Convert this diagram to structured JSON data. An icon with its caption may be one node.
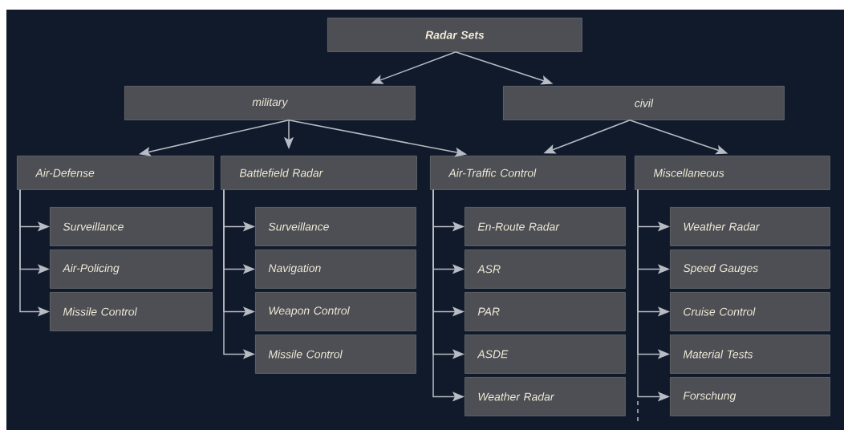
{
  "diagram": {
    "nodes": [
      {
        "text": [
          "Radar Sets"
        ]
      },
      {
        "text": [
          "military"
        ]
      },
      {
        "text": [
          "civil"
        ]
      },
      {
        "text": [
          "Air-Defense"
        ]
      },
      {
        "text": [
          "Surveillance"
        ]
      },
      {
        "text": [
          "Air-Policing"
        ]
      },
      {
        "text": [
          "Missile Control"
        ]
      },
      {
        "text": [
          "Battlefield Radar"
        ]
      },
      {
        "text": [
          "Surveillance"
        ]
      },
      {
        "text": [
          "Navigation"
        ]
      },
      {
        "text": [
          "Weapon Control"
        ]
      },
      {
        "text": [
          "Missile Control"
        ]
      },
      {
        "text": [
          "Air-Traffic Control"
        ]
      },
      {
        "text": [
          "En-Route Radar"
        ]
      },
      {
        "text": [
          "ASR"
        ]
      },
      {
        "text": [
          "PAR"
        ]
      },
      {
        "text": [
          "ASDE"
        ]
      },
      {
        "text": [
          "Weather Radar"
        ]
      },
      {
        "text": [
          "Miscellaneous"
        ]
      },
      {
        "text": [
          "Weather Radar"
        ]
      },
      {
        "text": [
          "Speed Gauges"
        ]
      },
      {
        "text": [
          "Cruise Control"
        ]
      },
      {
        "text": [
          "Material Tests"
        ]
      },
      {
        "text": [
          "Forschung"
        ]
      }
    ],
    "edges": [
      {
        "from": 0,
        "to": 1,
        "arrow": "to"
      },
      {
        "from": 0,
        "to": 2,
        "arrow": "to"
      },
      {
        "from": 1,
        "to": 3,
        "arrow": "to"
      },
      {
        "from": 1,
        "to": 7,
        "arrow": "to"
      },
      {
        "from": 1,
        "to": 12,
        "arrow": "to"
      },
      {
        "from": 2,
        "to": 12,
        "arrow": "to"
      },
      {
        "from": 2,
        "to": 18,
        "arrow": "to"
      },
      {
        "from": 3,
        "to": 4,
        "arrow": "to"
      },
      {
        "from": 3,
        "to": 5,
        "arrow": "to"
      },
      {
        "from": 3,
        "to": 6,
        "arrow": "to"
      },
      {
        "from": 7,
        "to": 8,
        "arrow": "to"
      },
      {
        "from": 7,
        "to": 9,
        "arrow": "to"
      },
      {
        "from": 7,
        "to": 10,
        "arrow": "to"
      },
      {
        "from": 7,
        "to": 11,
        "arrow": "to"
      },
      {
        "from": 12,
        "to": 13,
        "arrow": "to"
      },
      {
        "from": 12,
        "to": 14,
        "arrow": "to"
      },
      {
        "from": 12,
        "to": 15,
        "arrow": "to"
      },
      {
        "from": 12,
        "to": 16,
        "arrow": "to"
      },
      {
        "from": 12,
        "to": 17,
        "arrow": "to"
      },
      {
        "from": 18,
        "to": 19,
        "arrow": "to"
      },
      {
        "from": 18,
        "to": 20,
        "arrow": "to"
      },
      {
        "from": 18,
        "to": 21,
        "arrow": "to"
      },
      {
        "from": 18,
        "to": 22,
        "arrow": "to"
      },
      {
        "from": 18,
        "to": 23,
        "arrow": "to"
      }
    ]
  }
}
